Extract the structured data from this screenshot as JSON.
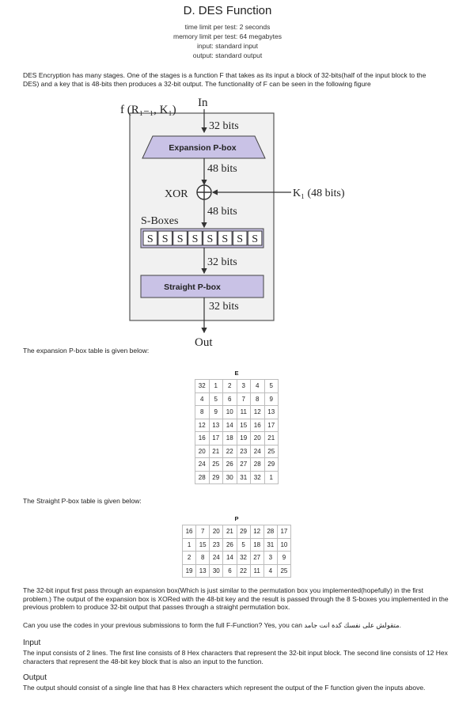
{
  "header": {
    "title": "D. DES Function",
    "time_limit": "time limit per test: 2 seconds",
    "memory_limit": "memory limit per test: 64 megabytes",
    "input": "input: standard input",
    "output": "output: standard output"
  },
  "intro": "DES Encryption has many stages. One of the stages is a function F that takes as its input a block of 32-bits(half of the input block to the DES) and a key that is 48-bits then produces a 32-bit output. The functionality of F can be seen in the following figure",
  "figure": {
    "func_label": "f (R₁₋₁, K₁)",
    "in_label": "In",
    "bits_32_a": "32 bits",
    "expansion_box": "Expansion P-box",
    "bits_48_a": "48 bits",
    "xor_label": "XOR",
    "key_label": "K₁ (48 bits)",
    "bits_48_b": "48 bits",
    "sboxes_label": "S-Boxes",
    "sbox_letter": "S",
    "bits_32_b": "32 bits",
    "straight_box": "Straight P-box",
    "bits_32_c": "32 bits",
    "out_label": "Out"
  },
  "expansion_intro": "The expansion P-box table is given below:",
  "expansion_table": {
    "label": "E",
    "rows": [
      [
        "32",
        "1",
        "2",
        "3",
        "4",
        "5"
      ],
      [
        "4",
        "5",
        "6",
        "7",
        "8",
        "9"
      ],
      [
        "8",
        "9",
        "10",
        "11",
        "12",
        "13"
      ],
      [
        "12",
        "13",
        "14",
        "15",
        "16",
        "17"
      ],
      [
        "16",
        "17",
        "18",
        "19",
        "20",
        "21"
      ],
      [
        "20",
        "21",
        "22",
        "23",
        "24",
        "25"
      ],
      [
        "24",
        "25",
        "26",
        "27",
        "28",
        "29"
      ],
      [
        "28",
        "29",
        "30",
        "31",
        "32",
        "1"
      ]
    ]
  },
  "straight_intro": "The Straight P-box table is given below:",
  "straight_table": {
    "label": "P",
    "rows": [
      [
        "16",
        "7",
        "20",
        "21",
        "29",
        "12",
        "28",
        "17"
      ],
      [
        "1",
        "15",
        "23",
        "26",
        "5",
        "18",
        "31",
        "10"
      ],
      [
        "2",
        "8",
        "24",
        "14",
        "32",
        "27",
        "3",
        "9"
      ],
      [
        "19",
        "13",
        "30",
        "6",
        "22",
        "11",
        "4",
        "25"
      ]
    ]
  },
  "para_process": "The 32-bit input first pass through an expansion box(Which is just similar to the permutation box you implemented(hopefully) in the first problem.) The output of the expansion box is XORed with the 48-bit key and the result is passed through the 8 S-boxes you implemented in the previous problem to produce 32-bit output that passes through a straight permutation box.",
  "para_question": "Can you use the codes in your previous submissions to form the full F-Function? Yes, you can متقولش على نفسك كدة انت جامد.",
  "input_section": {
    "heading": "Input",
    "text": "The input consists of 2 lines. The first line consists of 8 Hex characters that represent the 32-bit input block. The second line consists of 12 Hex characters that represent the 48-bit key block that is also an input to the function."
  },
  "output_section": {
    "heading": "Output",
    "text": "The output should consist of a single line that has 8 Hex characters which represent the output of the F function given the inputs above."
  },
  "colors": {
    "box_fill": "#c9c2e6",
    "frame_fill": "#f1f1f1",
    "frame_stroke": "#555555"
  }
}
